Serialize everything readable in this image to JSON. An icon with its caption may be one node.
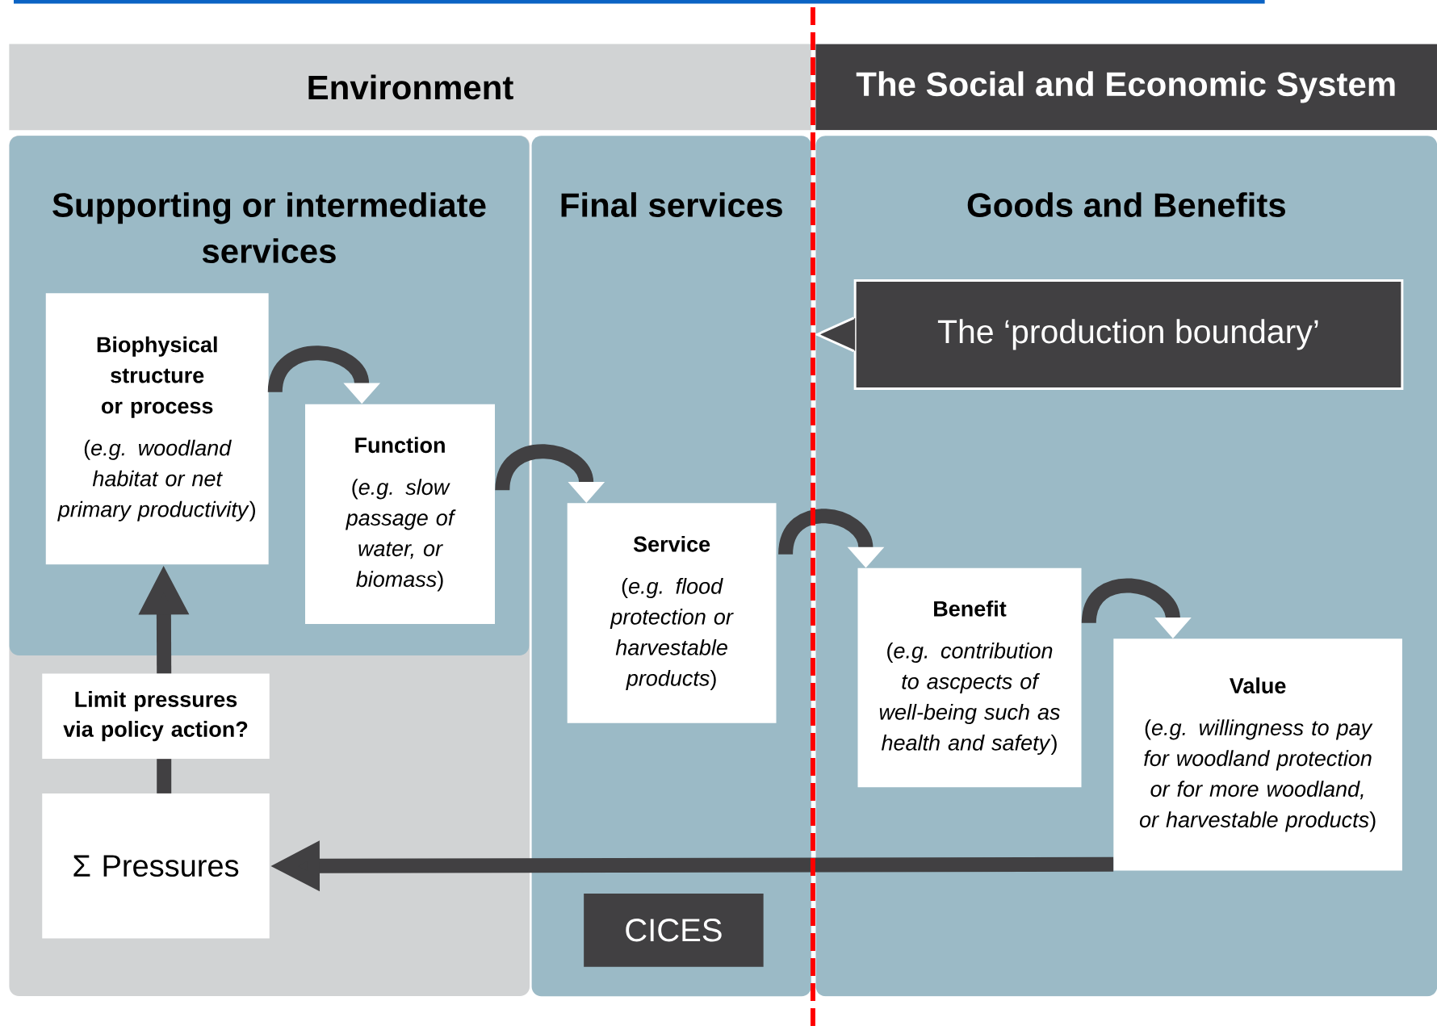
{
  "diagram": {
    "nodes": [
      {
        "text": [
          "Environment"
        ]
      },
      {
        "text": [
          "The Social and Economic System"
        ]
      },
      {
        "text": [
          "Supporting or intermediate services"
        ]
      },
      {
        "text": [
          "Final services"
        ]
      },
      {
        "text": [
          "Goods and Benefits"
        ]
      },
      {
        "text": [
          "Biophysical structure or process",
          "(*e.g. woodland habitat or net primary productivity*)"
        ],
        "in": 2
      },
      {
        "text": [
          "Function",
          "(*e.g. slow passage of water, or biomass*)"
        ],
        "in": 2
      },
      {
        "text": [
          "Service",
          "(*e.g. flood protection or harvestable products*)"
        ],
        "in": 3
      },
      {
        "text": [
          "The ‘production boundary’"
        ],
        "in": 4
      },
      {
        "text": [
          "Benefit",
          "(*e.g. contribution to ascpects of well-being such as health and safety*)"
        ],
        "in": 4
      },
      {
        "text": [
          "Value",
          "(*e.g. willingness to pay for woodland protection or for more woodland, or harvestable products*)"
        ],
        "in": 4
      },
      {
        "text": [
          "Limit pressures via policy action?"
        ]
      },
      {
        "text": [
          "Σ Pressures"
        ]
      },
      {
        "text": [
          "CICES"
        ],
        "in": 3
      }
    ],
    "edges": [
      {
        "from": 5,
        "to": 6,
        "arrow": "to"
      },
      {
        "from": 6,
        "to": 7,
        "arrow": "to"
      },
      {
        "from": 7,
        "to": 9,
        "arrow": "to"
      },
      {
        "from": 9,
        "to": 10,
        "arrow": "to"
      },
      {
        "from": 12,
        "to": 11,
        "arrow": "none"
      },
      {
        "from": 11,
        "to": 5,
        "arrow": "to"
      },
      {
        "from": 10,
        "to": 12,
        "arrow": "to"
      }
    ]
  }
}
